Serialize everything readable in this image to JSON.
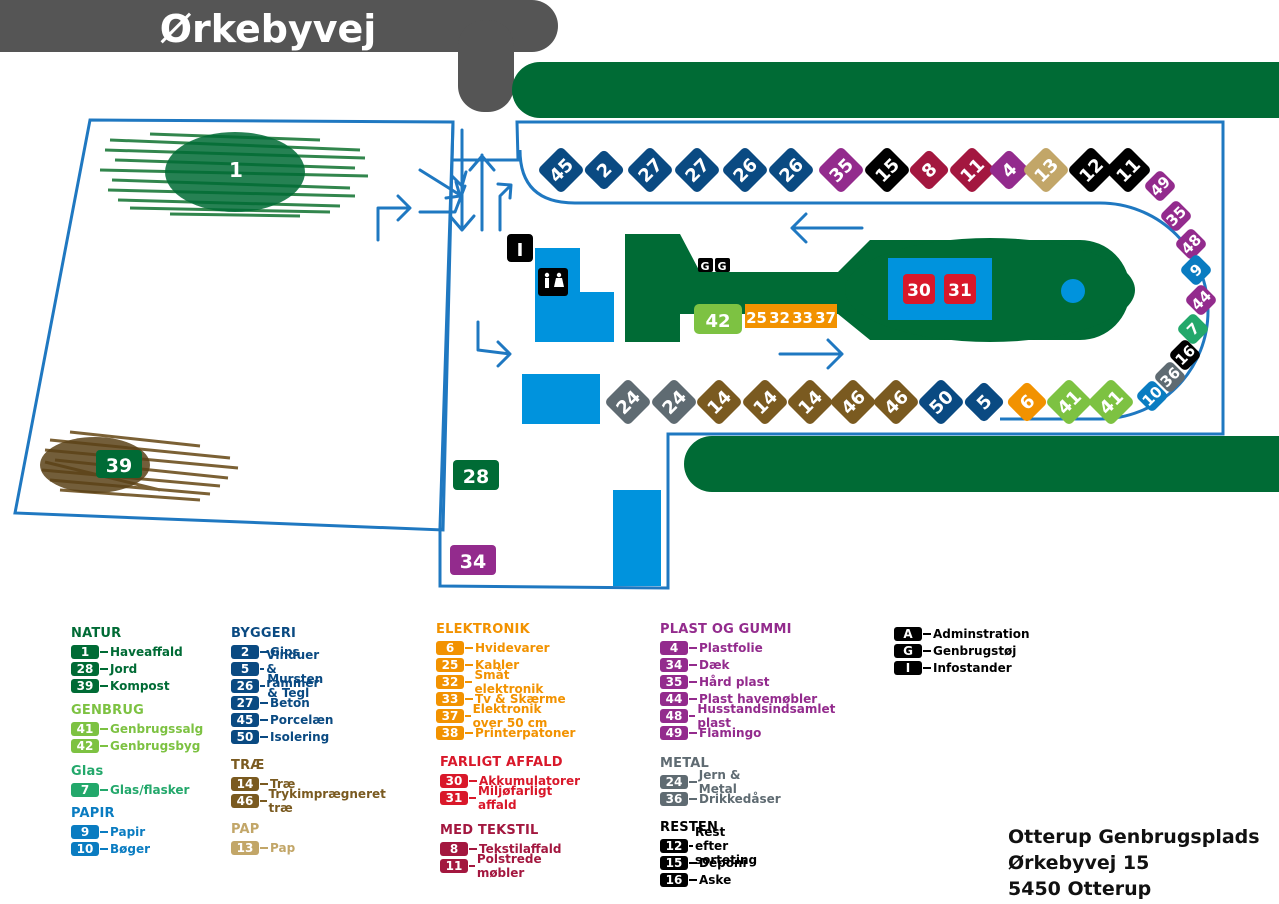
{
  "road_name": "Ørkebyvej",
  "colors": {
    "natur": "#006b35",
    "genbrug": "#7dc242",
    "glas": "#23a86b",
    "papir": "#0a7cc1",
    "byggeri": "#0a4a82",
    "trae": "#7a5a20",
    "pap": "#c2a668",
    "elektronik": "#f29200",
    "farligt": "#d9182a",
    "tekstil": "#a3173f",
    "plast": "#932b8d",
    "metal": "#5f6b72",
    "resten": "#000000",
    "water": "#0093dd",
    "road": "#555555"
  },
  "map": {
    "containers_top": [
      {
        "num": "45",
        "group": "byggeri"
      },
      {
        "num": "2",
        "group": "byggeri"
      },
      {
        "num": "27",
        "group": "byggeri"
      },
      {
        "num": "27",
        "group": "byggeri"
      },
      {
        "num": "26",
        "group": "byggeri"
      },
      {
        "num": "26",
        "group": "byggeri"
      },
      {
        "num": "35",
        "group": "plast"
      },
      {
        "num": "15",
        "group": "resten"
      },
      {
        "num": "8",
        "group": "tekstil"
      },
      {
        "num": "11",
        "group": "tekstil"
      },
      {
        "num": "4",
        "group": "plast"
      },
      {
        "num": "13",
        "group": "pap"
      },
      {
        "num": "12",
        "group": "resten"
      },
      {
        "num": "11",
        "group": "resten"
      }
    ],
    "containers_curve": [
      {
        "num": "49",
        "group": "plast"
      },
      {
        "num": "35",
        "group": "plast"
      },
      {
        "num": "48",
        "group": "plast"
      },
      {
        "num": "9",
        "group": "papir"
      },
      {
        "num": "44",
        "group": "plast"
      },
      {
        "num": "7",
        "group": "glas"
      },
      {
        "num": "16",
        "group": "resten"
      },
      {
        "num": "36",
        "group": "metal"
      },
      {
        "num": "10",
        "group": "papir"
      }
    ],
    "containers_bottom": [
      {
        "num": "24",
        "group": "metal"
      },
      {
        "num": "24",
        "group": "metal"
      },
      {
        "num": "14",
        "group": "trae"
      },
      {
        "num": "14",
        "group": "trae"
      },
      {
        "num": "14",
        "group": "trae"
      },
      {
        "num": "46",
        "group": "trae"
      },
      {
        "num": "46",
        "group": "trae"
      },
      {
        "num": "50",
        "group": "byggeri"
      },
      {
        "num": "5",
        "group": "byggeri"
      },
      {
        "num": "6",
        "group": "elektronik"
      },
      {
        "num": "41",
        "group": "genbrug"
      },
      {
        "num": "41",
        "group": "genbrug"
      }
    ],
    "field_1": "1",
    "field_39": "39",
    "box_28": "28",
    "box_34": "34",
    "box_42": "42",
    "strip_electronics": [
      "25",
      "32",
      "33",
      "37"
    ],
    "box_30": "30",
    "box_31": "31",
    "sign_info": "I",
    "sign_g1": "G",
    "sign_g2": "G"
  },
  "legend": {
    "natur": {
      "title": "NATUR",
      "items": [
        {
          "num": "1",
          "label": "Haveaffald"
        },
        {
          "num": "28",
          "label": "Jord"
        },
        {
          "num": "39",
          "label": "Kompost"
        }
      ]
    },
    "genbrug": {
      "title": "GENBRUG",
      "items": [
        {
          "num": "41",
          "label": "Genbrugssalg"
        },
        {
          "num": "42",
          "label": "Genbrugsbyg"
        }
      ]
    },
    "glas": {
      "title": "Glas",
      "items": [
        {
          "num": "7",
          "label": "Glas/flasker"
        }
      ]
    },
    "papir": {
      "title": "PAPIR",
      "items": [
        {
          "num": "9",
          "label": "Papir"
        },
        {
          "num": "10",
          "label": "Bøger"
        }
      ]
    },
    "byggeri": {
      "title": "BYGGERI",
      "items": [
        {
          "num": "2",
          "label": "Gips"
        },
        {
          "num": "5",
          "label": "Vinduer & rammer"
        },
        {
          "num": "26",
          "label": "Mursten & Tegl"
        },
        {
          "num": "27",
          "label": "Beton"
        },
        {
          "num": "45",
          "label": "Porcelæn"
        },
        {
          "num": "50",
          "label": "Isolering"
        }
      ]
    },
    "trae": {
      "title": "TRÆ",
      "items": [
        {
          "num": "14",
          "label": "Træ"
        },
        {
          "num": "46",
          "label": "Trykimprægneret træ"
        }
      ]
    },
    "pap": {
      "title": "PAP",
      "items": [
        {
          "num": "13",
          "label": "Pap"
        }
      ]
    },
    "elektronik": {
      "title": "ELEKTRONIK",
      "items": [
        {
          "num": "6",
          "label": "Hvidevarer"
        },
        {
          "num": "25",
          "label": "Kabler"
        },
        {
          "num": "32",
          "label": "Småt elektronik"
        },
        {
          "num": "33",
          "label": "Tv & Skærme"
        },
        {
          "num": "37",
          "label": "Elektronik over 50 cm"
        },
        {
          "num": "38",
          "label": "Printerpatoner"
        }
      ]
    },
    "farligt": {
      "title": "FARLIGT AFFALD",
      "items": [
        {
          "num": "30",
          "label": "Akkumulatorer"
        },
        {
          "num": "31",
          "label": "Miljøfarligt affald"
        }
      ]
    },
    "tekstil": {
      "title": "MED TEKSTIL",
      "items": [
        {
          "num": "8",
          "label": "Tekstilaffald"
        },
        {
          "num": "11",
          "label": "Polstrede møbler"
        }
      ]
    },
    "plast": {
      "title": "PLAST OG GUMMI",
      "items": [
        {
          "num": "4",
          "label": "Plastfolie"
        },
        {
          "num": "34",
          "label": "Dæk"
        },
        {
          "num": "35",
          "label": "Hård plast"
        },
        {
          "num": "44",
          "label": "Plast havemøbler"
        },
        {
          "num": "48",
          "label": "Husstandsindsamlet plast"
        },
        {
          "num": "49",
          "label": "Flamingo"
        }
      ]
    },
    "metal": {
      "title": "METAL",
      "items": [
        {
          "num": "24",
          "label": "Jern & Metal"
        },
        {
          "num": "36",
          "label": "Drikkedåser"
        }
      ]
    },
    "resten": {
      "title": "RESTEN",
      "items": [
        {
          "num": "12",
          "label": "Rest efter sorteting"
        },
        {
          "num": "15",
          "label": "Deponi"
        },
        {
          "num": "16",
          "label": "Aske"
        }
      ]
    },
    "other": {
      "title": "",
      "items": [
        {
          "num": "A",
          "label": "Adminstration"
        },
        {
          "num": "G",
          "label": "Genbrugstøj"
        },
        {
          "num": "I",
          "label": "Infostander"
        }
      ]
    }
  },
  "address": {
    "line1": "Otterup Genbrugsplads",
    "line2": "Ørkebyvej 15",
    "line3": "5450 Otterup"
  }
}
